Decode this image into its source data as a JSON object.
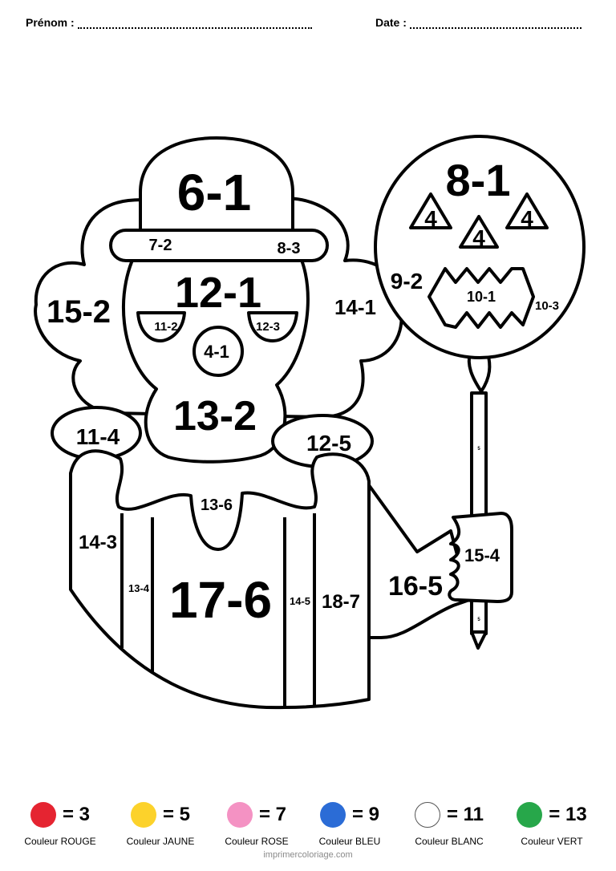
{
  "header": {
    "name_label": "Prénom :",
    "date_label": "Date :"
  },
  "regions": {
    "hat": "6-1",
    "hat_band_left": "7-2",
    "hat_band_right": "8-3",
    "hair_left": "15-2",
    "hair_right": "14-1",
    "forehead": "12-1",
    "eye_left": "11-2",
    "eye_right": "12-3",
    "nose": "4-1",
    "mouth": "13-2",
    "collar_left": "11-4",
    "collar_right": "12-5",
    "collar_center": "13-6",
    "body_left": "14-3",
    "stripe_left": "13-4",
    "body_center": "17-6",
    "stripe_right": "14-5",
    "body_right": "18-7",
    "arm": "16-5",
    "hand": "15-4",
    "balloon": "8-1",
    "balloon_eye_left": "4",
    "balloon_nose": "4",
    "balloon_eye_right": "4",
    "balloon_side_left": "9-2",
    "balloon_mouth": "10-1",
    "balloon_side_right": "10-3",
    "stick_top": "5",
    "stick_bottom": "5"
  },
  "legend": [
    {
      "eq": "= 3",
      "caption": "Couleur ROUGE",
      "color": "#e52431"
    },
    {
      "eq": "= 5",
      "caption": "Couleur JAUNE",
      "color": "#fcd22b"
    },
    {
      "eq": "= 7",
      "caption": "Couleur ROSE",
      "color": "#f492c3"
    },
    {
      "eq": "= 9",
      "caption": "Couleur BLEU",
      "color": "#2b6cd6"
    },
    {
      "eq": "= 11",
      "caption": "Couleur BLANC",
      "color": "#ffffff"
    },
    {
      "eq": "= 13",
      "caption": "Couleur VERT",
      "color": "#27a74a"
    }
  ],
  "footer": "imprimercoloriage.com"
}
